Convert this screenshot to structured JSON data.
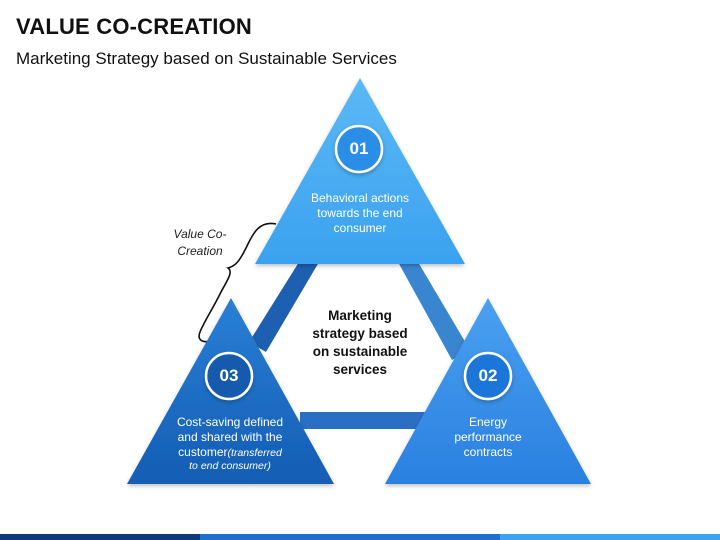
{
  "header": {
    "title": "VALUE CO-CREATION",
    "subtitle": "Marketing Strategy based on Sustainable Services"
  },
  "center": {
    "lines": [
      "Marketing",
      "strategy based",
      "on sustainable",
      "services"
    ]
  },
  "bracket_label": {
    "lines": [
      "Value Co-",
      "Creation"
    ]
  },
  "triangles": [
    {
      "number": "01",
      "lines": [
        "Behavioral actions",
        "towards the end",
        "consumer"
      ]
    },
    {
      "number": "02",
      "lines": [
        "Energy",
        "performance",
        "contracts"
      ]
    },
    {
      "number": "03",
      "lines": [
        "Cost-saving defined",
        "and shared with the"
      ],
      "line3_prefix": "customer",
      "line3_italic": "(transferred",
      "line4_italic": "to end consumer)"
    }
  ],
  "colors": {
    "top": "#3aa2ef",
    "right": "#2e86e6",
    "left": "#1765bd",
    "connector_left": "#1d5fb0",
    "connector_right": "#3a85d0",
    "connector_bottom": "#2a6fc4",
    "bar_dark": "#0f3a78",
    "bar_blue": "#1f6fd0",
    "bar_light": "#3aa2ef"
  }
}
